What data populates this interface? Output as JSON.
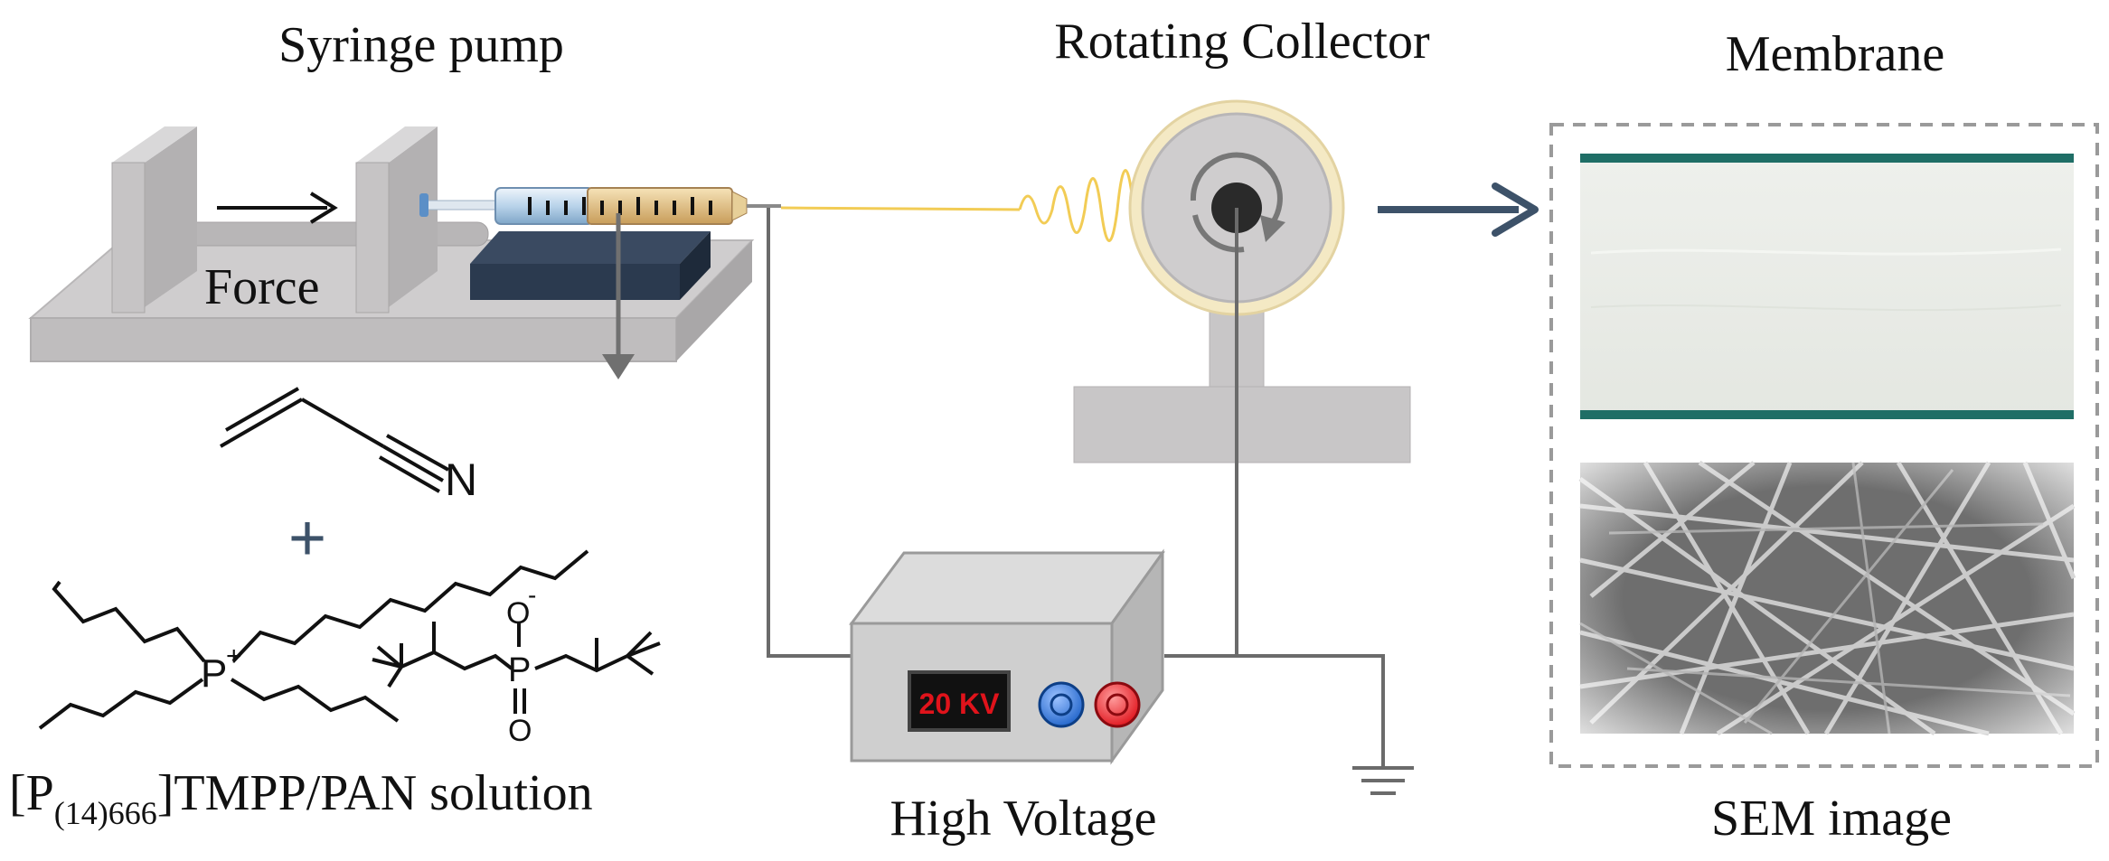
{
  "labels": {
    "syringe_pump": "Syringe pump",
    "rotating_collector": "Rotating Collector",
    "membrane": "Membrane",
    "force": "Force",
    "high_voltage": "High Voltage",
    "sem_image": "SEM image",
    "plus": "+"
  },
  "solution": {
    "prefix": "[P",
    "subscript": "(14)666",
    "suffix": "]TMPP/PAN solution"
  },
  "chemistry": {
    "nitrogen": "N",
    "phosphorus_cation": "P",
    "cation_charge": "+",
    "phosphorus": "P",
    "oxygen_anion": "O",
    "anion_charge": "-",
    "oxygen": "O"
  },
  "power_supply": {
    "display": "20 KV",
    "display_color": "#e0131b",
    "knob_colors": [
      "#1f63c9",
      "#e0131b"
    ]
  },
  "colors": {
    "device_gray": "#c8c6c7",
    "device_dark": "#2b3a4f",
    "arrow_blue": "#3d5269",
    "fiber_yellow": "#f2cc55",
    "membrane_edge": "#1f6e66"
  }
}
